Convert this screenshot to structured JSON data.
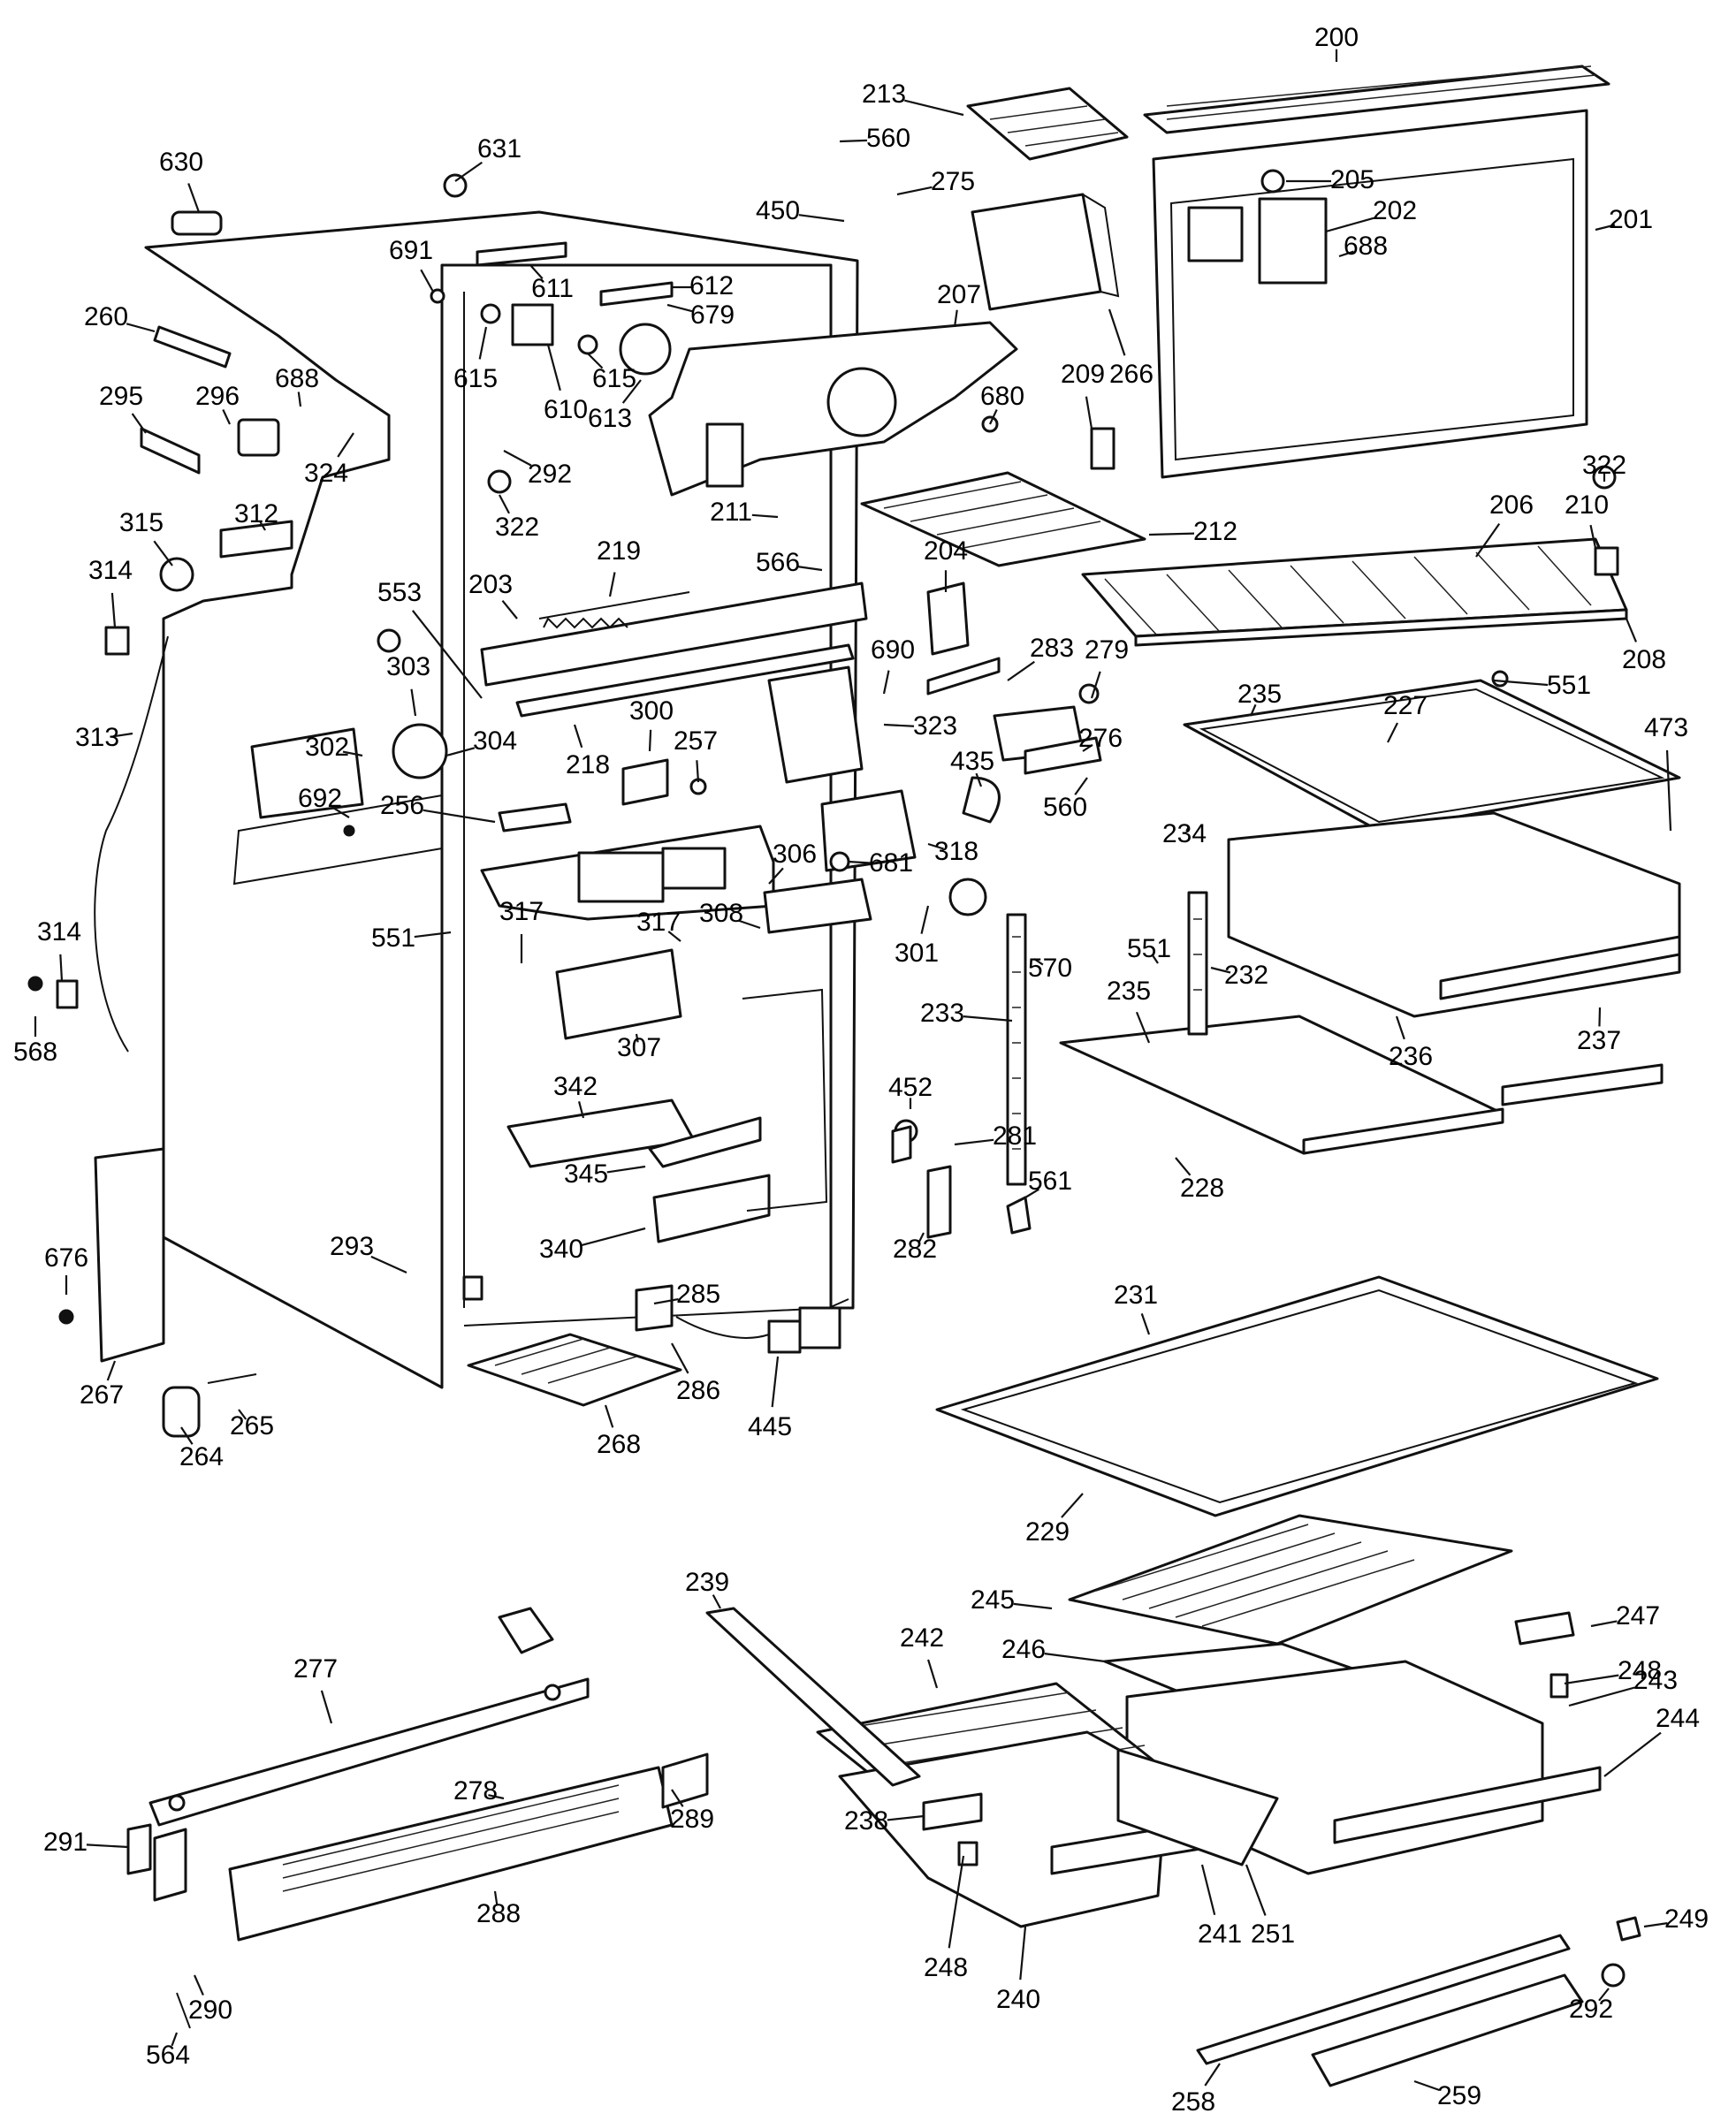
{
  "labels": [
    "200",
    "213",
    "560",
    "275",
    "450",
    "205",
    "202",
    "201",
    "688",
    "630",
    "631",
    "691",
    "611",
    "612",
    "679",
    "207",
    "266",
    "260",
    "615",
    "610",
    "615",
    "613",
    "209",
    "680",
    "296",
    "295",
    "688",
    "324",
    "292",
    "322",
    "322",
    "315",
    "312",
    "211",
    "212",
    "206",
    "210",
    "314",
    "219",
    "566",
    "204",
    "203",
    "553",
    "690",
    "283",
    "279",
    "208",
    "303",
    "551",
    "235",
    "227",
    "473",
    "302",
    "304",
    "218",
    "300",
    "323",
    "276",
    "692",
    "257",
    "435",
    "313",
    "256",
    "306",
    "560",
    "234",
    "318",
    "681",
    "551",
    "317",
    "317",
    "308",
    "301",
    "314",
    "551",
    "232",
    "570",
    "233",
    "235",
    "307",
    "236",
    "237",
    "342",
    "568",
    "452",
    "281",
    "228",
    "561",
    "345",
    "282",
    "340",
    "676",
    "293",
    "285",
    "231",
    "267",
    "286",
    "445",
    "265",
    "264",
    "268",
    "229",
    "245",
    "247",
    "246",
    "248",
    "277",
    "242",
    "239",
    "243",
    "244",
    "278",
    "289",
    "238",
    "291",
    "288",
    "241",
    "251",
    "249",
    "248",
    "290",
    "240",
    "292",
    "564",
    "258",
    "259"
  ]
}
